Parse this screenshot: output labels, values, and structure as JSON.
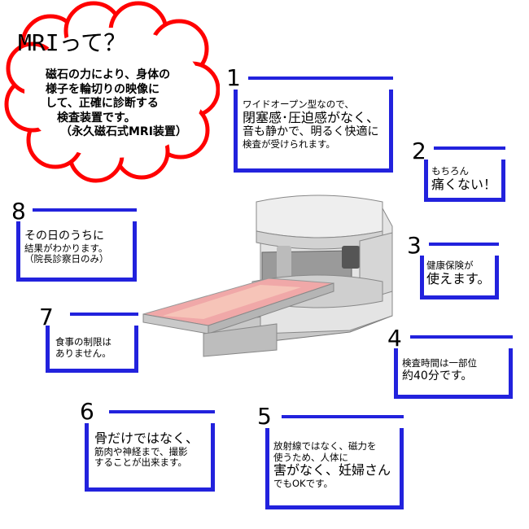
{
  "cloud": {
    "title": "MRIって？",
    "lines": [
      "磁石の力により、身体の",
      "様子を輪切りの映像に",
      "して、正確に診断する",
      "検査装置です。",
      "（永久磁石式MRI装置）"
    ]
  },
  "items": [
    {
      "number": "1",
      "lines": [
        "ワイドオープン型なので、",
        "閉塞感･圧迫感がなく、",
        "音も静かで、明るく快適に",
        "検査が受けられます。"
      ]
    },
    {
      "number": "2",
      "lines": [
        "もちろん",
        "痛くない！"
      ]
    },
    {
      "number": "3",
      "lines": [
        "健康保険が",
        "使えます。"
      ]
    },
    {
      "number": "4",
      "lines": [
        "検査時間は一部位",
        "約40分です。"
      ]
    },
    {
      "number": "5",
      "lines": [
        "放射線ではなく、磁力を",
        "使うため、人体に",
        "害がなく、妊婦さん",
        "でもOKです。"
      ]
    },
    {
      "number": "6",
      "lines": [
        "骨だけではなく、",
        "筋肉や神経まで、撮影",
        "することが出来ます。"
      ]
    },
    {
      "number": "7",
      "lines": [
        "食事の制限は",
        "ありません。"
      ]
    },
    {
      "number": "8",
      "lines": [
        "その日のうちに",
        "結果がわかります。",
        "（院長診察日のみ）"
      ]
    }
  ],
  "colors": {
    "accent": "#2222dd",
    "cloud_border": "#ff0000",
    "bed": "#f0a8a8"
  }
}
